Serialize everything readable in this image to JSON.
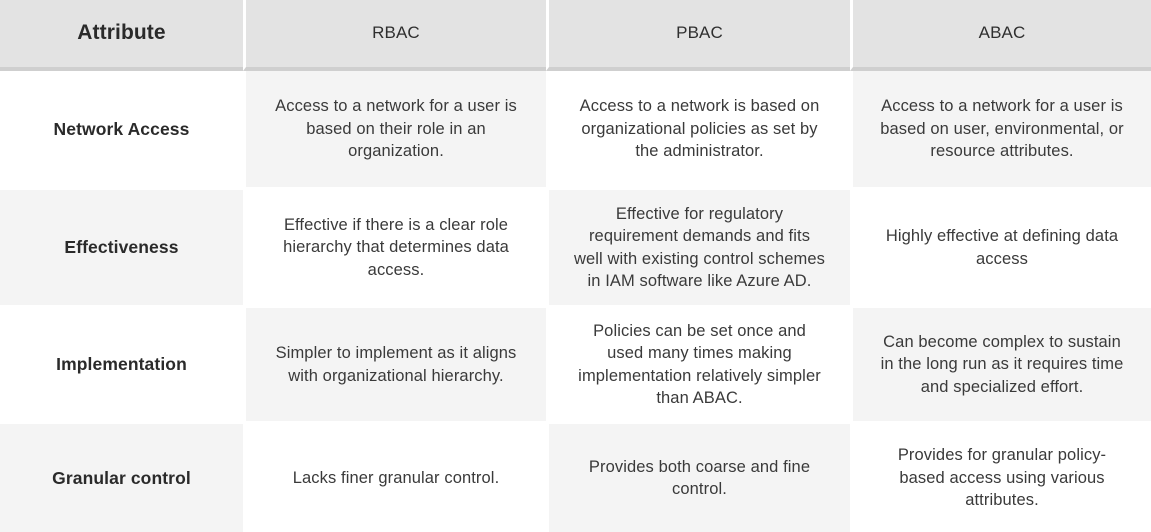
{
  "table": {
    "headers": [
      "Attribute",
      "RBAC",
      "PBAC",
      "ABAC"
    ],
    "rows": [
      {
        "label": "Network Access",
        "cells": [
          "Access to a network for a user is based on their role in an organization.",
          "Access to a network is based on organizational policies as set by the administrator.",
          "Access to a network for a user is based on user, environmental, or resource attributes."
        ]
      },
      {
        "label": "Effectiveness",
        "cells": [
          "Effective if there is a clear role hierarchy that determines data access.",
          "Effective for regulatory requirement demands and fits well with existing control schemes in IAM software like Azure AD.",
          "Highly effective at defining data access"
        ]
      },
      {
        "label": "Implementation",
        "cells": [
          "Simpler to implement as it aligns with organizational hierarchy.",
          "Policies can be set once and used many times making implementation relatively simpler than ABAC.",
          "Can become complex to sustain in the long run as it requires time and specialized effort."
        ]
      },
      {
        "label": "Granular control",
        "cells": [
          "Lacks finer granular control.",
          "Provides both coarse and fine control.",
          "Provides for granular policy-based access using various attributes."
        ]
      }
    ]
  }
}
